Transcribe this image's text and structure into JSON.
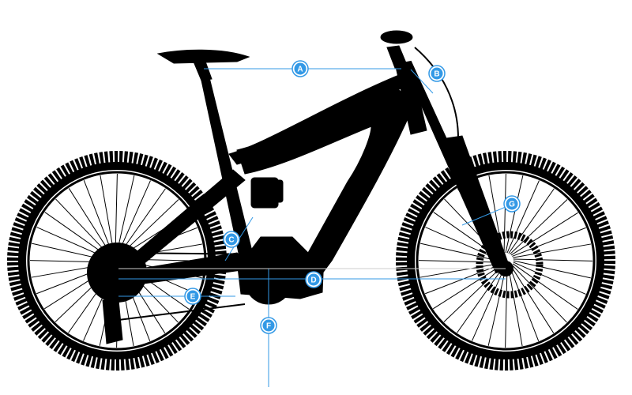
{
  "diagram": {
    "accent_color": "#3399e6",
    "frame_color": "#000000",
    "geometry_labels": [
      "A",
      "B",
      "C",
      "D",
      "E",
      "F",
      "G"
    ]
  }
}
